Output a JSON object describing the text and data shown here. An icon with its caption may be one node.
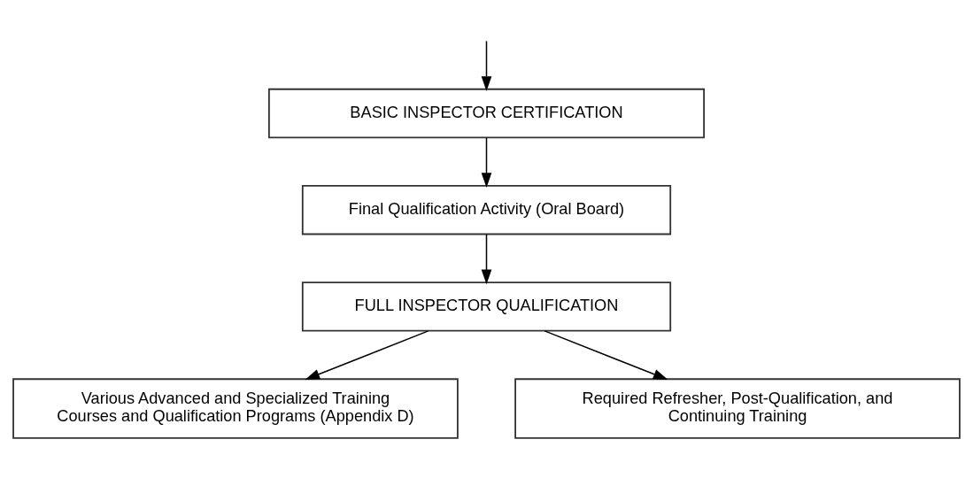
{
  "diagram": {
    "nodes": [
      {
        "text": [
          "BASIC INSPECTOR CERTIFICATION"
        ]
      },
      {
        "text": [
          "Final Qualification Activity (Oral Board)"
        ]
      },
      {
        "text": [
          "FULL INSPECTOR QUALIFICATION"
        ]
      },
      {
        "text": [
          "Various Advanced and Specialized Training Courses and Qualification Programs (Appendix D)"
        ]
      },
      {
        "text": [
          "Required Refresher, Post-Qualification, and Continuing Training"
        ]
      }
    ],
    "edges": [
      {
        "from": null,
        "to": 0,
        "arrow": "to"
      },
      {
        "from": 0,
        "to": 1,
        "arrow": "to"
      },
      {
        "from": 1,
        "to": 2,
        "arrow": "to"
      },
      {
        "from": 2,
        "to": 3,
        "arrow": "to"
      },
      {
        "from": 2,
        "to": 4,
        "arrow": "to"
      }
    ]
  }
}
